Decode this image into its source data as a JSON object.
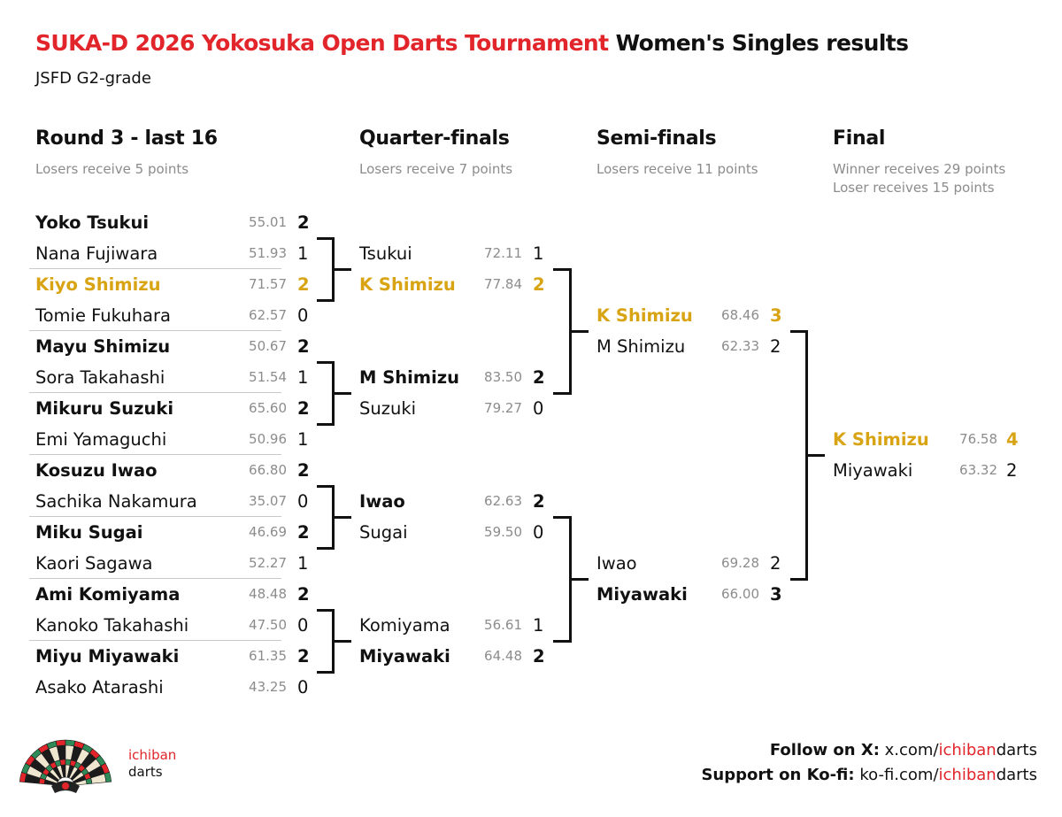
{
  "header": {
    "title_red": "SUKA-D 2026 Yokosuka Open Darts Tournament",
    "title_black": "Women's Singles results",
    "subtitle": "JSFD G2-grade"
  },
  "columns": [
    {
      "heading": "Round 3 - last 16",
      "note_1": "Losers receive 5 points",
      "note_2": ""
    },
    {
      "heading": "Quarter-finals",
      "note_1": "Losers receive 7 points",
      "note_2": ""
    },
    {
      "heading": "Semi-finals",
      "note_1": "Losers receive 11 points",
      "note_2": ""
    },
    {
      "heading": "Final",
      "note_1": "Winner receives 29 points",
      "note_2": "Loser receives 15 points"
    }
  ],
  "rounds": [
    {
      "name": "last16",
      "players": [
        {
          "name": "Yoko Tsukui",
          "avg": "55.01",
          "score": "2",
          "winner": true,
          "champion": false
        },
        {
          "name": "Nana Fujiwara",
          "avg": "51.93",
          "score": "1",
          "winner": false,
          "champion": false
        },
        {
          "name": "Kiyo Shimizu",
          "avg": "71.57",
          "score": "2",
          "winner": true,
          "champion": true
        },
        {
          "name": "Tomie Fukuhara",
          "avg": "62.57",
          "score": "0",
          "winner": false,
          "champion": false
        },
        {
          "name": "Mayu Shimizu",
          "avg": "50.67",
          "score": "2",
          "winner": true,
          "champion": false
        },
        {
          "name": "Sora Takahashi",
          "avg": "51.54",
          "score": "1",
          "winner": false,
          "champion": false
        },
        {
          "name": "Mikuru Suzuki",
          "avg": "65.60",
          "score": "2",
          "winner": true,
          "champion": false
        },
        {
          "name": "Emi Yamaguchi",
          "avg": "50.96",
          "score": "1",
          "winner": false,
          "champion": false
        },
        {
          "name": "Kosuzu Iwao",
          "avg": "66.80",
          "score": "2",
          "winner": true,
          "champion": false
        },
        {
          "name": "Sachika Nakamura",
          "avg": "35.07",
          "score": "0",
          "winner": false,
          "champion": false
        },
        {
          "name": "Miku Sugai",
          "avg": "46.69",
          "score": "2",
          "winner": true,
          "champion": false
        },
        {
          "name": "Kaori Sagawa",
          "avg": "52.27",
          "score": "1",
          "winner": false,
          "champion": false
        },
        {
          "name": "Ami Komiyama",
          "avg": "48.48",
          "score": "2",
          "winner": true,
          "champion": false
        },
        {
          "name": "Kanoko Takahashi",
          "avg": "47.50",
          "score": "0",
          "winner": false,
          "champion": false
        },
        {
          "name": "Miyu Miyawaki",
          "avg": "61.35",
          "score": "2",
          "winner": true,
          "champion": false
        },
        {
          "name": "Asako Atarashi",
          "avg": "43.25",
          "score": "0",
          "winner": false,
          "champion": false
        }
      ]
    },
    {
      "name": "quarter-finals",
      "players": [
        {
          "name": "Tsukui",
          "avg": "72.11",
          "score": "1",
          "winner": false,
          "champion": false
        },
        {
          "name": "K Shimizu",
          "avg": "77.84",
          "score": "2",
          "winner": true,
          "champion": true
        },
        {
          "name": "M Shimizu",
          "avg": "83.50",
          "score": "2",
          "winner": true,
          "champion": false
        },
        {
          "name": "Suzuki",
          "avg": "79.27",
          "score": "0",
          "winner": false,
          "champion": false
        },
        {
          "name": "Iwao",
          "avg": "62.63",
          "score": "2",
          "winner": true,
          "champion": false
        },
        {
          "name": "Sugai",
          "avg": "59.50",
          "score": "0",
          "winner": false,
          "champion": false
        },
        {
          "name": "Komiyama",
          "avg": "56.61",
          "score": "1",
          "winner": false,
          "champion": false
        },
        {
          "name": "Miyawaki",
          "avg": "64.48",
          "score": "2",
          "winner": true,
          "champion": false
        }
      ]
    },
    {
      "name": "semi-finals",
      "players": [
        {
          "name": "K Shimizu",
          "avg": "68.46",
          "score": "3",
          "winner": true,
          "champion": true
        },
        {
          "name": "M Shimizu",
          "avg": "62.33",
          "score": "2",
          "winner": false,
          "champion": false
        },
        {
          "name": "Iwao",
          "avg": "69.28",
          "score": "2",
          "winner": false,
          "champion": false
        },
        {
          "name": "Miyawaki",
          "avg": "66.00",
          "score": "3",
          "winner": true,
          "champion": false
        }
      ]
    },
    {
      "name": "final",
      "players": [
        {
          "name": "K Shimizu",
          "avg": "76.58",
          "score": "4",
          "winner": true,
          "champion": true
        },
        {
          "name": "Miyawaki",
          "avg": "63.32",
          "score": "2",
          "winner": false,
          "champion": false
        }
      ]
    }
  ],
  "brand": {
    "line1": "ichiban",
    "line2": "darts"
  },
  "footer": {
    "x_label": "Follow on X:",
    "x_link_prefix": "x.com/",
    "x_link_red": "ichiban",
    "x_link_suffix": "darts",
    "kofi_label": "Support on Ko-fi:",
    "kofi_link_prefix": "ko-fi.com/",
    "kofi_link_red": "ichiban",
    "kofi_link_suffix": "darts"
  },
  "colors": {
    "red": "#e1252a",
    "gold": "#d9a414",
    "muted": "#8c8c8c",
    "text": "#111111"
  }
}
